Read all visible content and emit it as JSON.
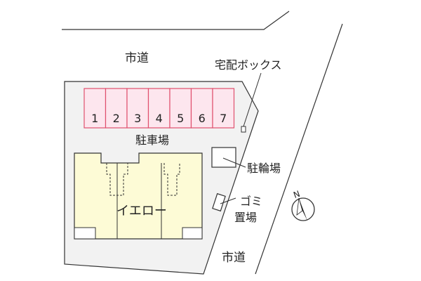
{
  "labels": {
    "road_top": "市道",
    "road_bottom": "市道",
    "delivery_box": "宅配ボックス",
    "parking": "駐車場",
    "bicycle_parking": "駐輪場",
    "garbage_line1": "ゴミ",
    "garbage_line2": "置場",
    "building": "イエロー",
    "north": "N"
  },
  "parking_spaces": [
    "1",
    "2",
    "3",
    "4",
    "5",
    "6",
    "7"
  ],
  "colors": {
    "parking_fill": "#fde6ee",
    "parking_stroke": "#e0506e",
    "building_fill": "#fdfbd6",
    "lot_fill": "#f2f2f2",
    "line": "#333333"
  }
}
